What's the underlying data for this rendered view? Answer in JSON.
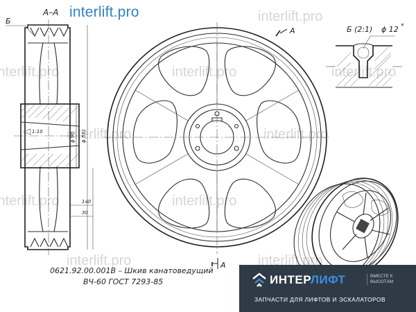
{
  "watermark": {
    "site_url": "interlift.pro",
    "repeat_text": "interlift.pro"
  },
  "section_view": {
    "title": "А–А",
    "view_letter": "Б",
    "chamfer_note": "1:10",
    "dimensions": {
      "inner_diameter": "ϕ 90",
      "outer_diameter": "ϕ 531",
      "width_total": "140",
      "width_hub": "30"
    }
  },
  "front_view": {
    "cut_label_top": "А",
    "cut_label_bottom": "А",
    "spokes": 6
  },
  "detail_view": {
    "label": "Б (2:1)",
    "groove_diameter": "ϕ 12",
    "groove_mark": "*"
  },
  "caption": {
    "line1": "0621.92.00.001В – Шкив канатоведущий",
    "line2": "ВЧ-60 ГОСТ 7293-85"
  },
  "banner": {
    "brand_part1": "ИНТЕР",
    "brand_part2": "ЛИФТ",
    "tagline": "ВМЕСТЕ К ВЫСОТАМ",
    "subtitle": "ЗАПЧАСТИ ДЛЯ ЛИФТОВ И ЭСКАЛАТОРОВ",
    "background_color": "#2f3a47",
    "accent_color": "#3a8ee0"
  }
}
